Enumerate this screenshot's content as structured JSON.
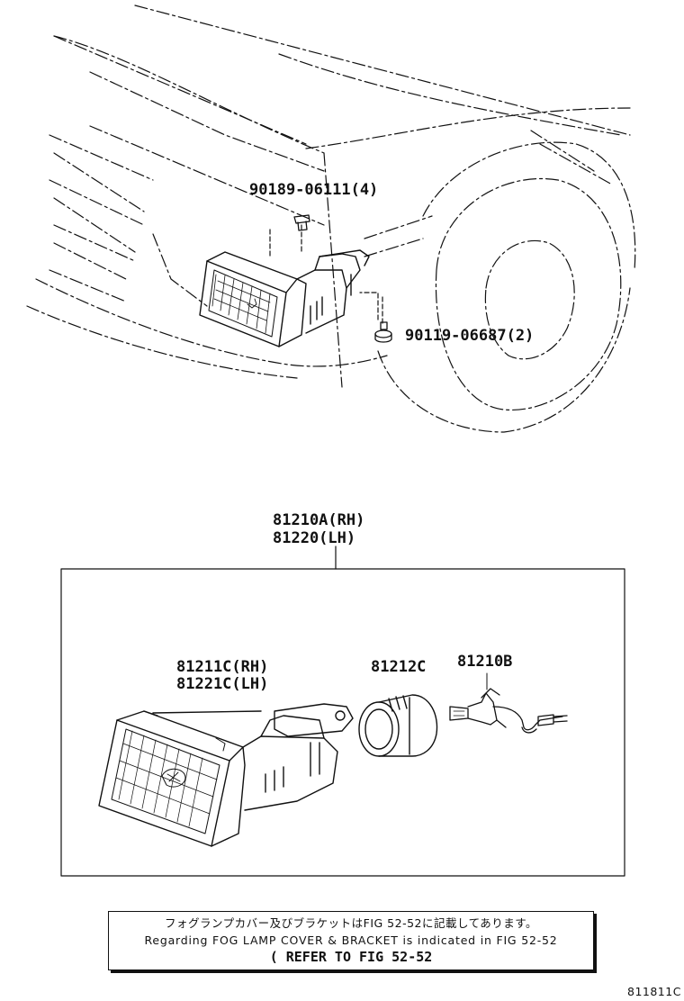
{
  "parts": {
    "clip": "90189-06111(4)",
    "bolt": "90119-06687(2)",
    "assy_rh": "81210A(RH)",
    "assy_lh": "81220(LH)",
    "unit_rh": "81211C(RH)",
    "unit_lh": "81221C(LH)",
    "socket": "81212C",
    "bulb": "81210B"
  },
  "note": {
    "jp": "フォグランプカバー及びブラケットはFIG 52-52に記載してあります。",
    "en": "Regarding FOG LAMP COVER & BRACKET is indicated in FIG 52-52",
    "ref": "( REFER TO FIG 52-52"
  },
  "figure_id": "811811C",
  "colors": {
    "ink": "#111111",
    "paper": "#ffffff"
  }
}
